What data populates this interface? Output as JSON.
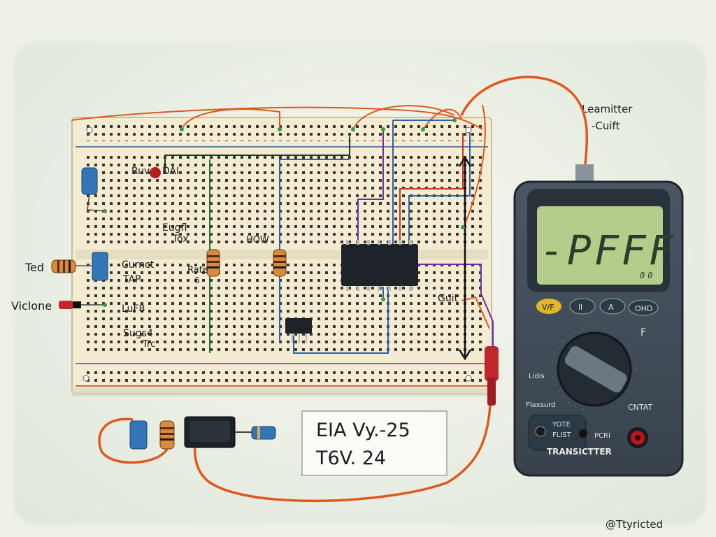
{
  "breadboard_labels": {
    "led": "Ruv",
    "led_tag": "DAI",
    "top_left_1": "Eugfl",
    "top_left_2": "Tox",
    "mid_top": "HOW",
    "left_row_1": "Curnct",
    "left_row_2": "TAP",
    "left_row_3": "LuF8",
    "left_row_4": "Sugs4",
    "left_row_5": "Trc",
    "resistor_mid": "Rate",
    "resistor_mid_2": "6",
    "right_mid": "Guit"
  },
  "side_labels": {
    "ted": "Ted",
    "viclone": "Viclone"
  },
  "probe_labels": {
    "line1": "Leamitter",
    "line2": "-Cuift"
  },
  "multimeter": {
    "display": "-PFFF",
    "display_small": "00",
    "buttons": [
      "V/F",
      "",
      "A",
      "OHD"
    ],
    "dial_label_left": "Flaxsurd",
    "dial_label_right": "CNTAT",
    "bottom_left_1": "YOTE",
    "bottom_left_2": "FLIST",
    "bottom_mid": "PCRI",
    "brand": "TRANSICTTER",
    "tag_left": "Lidis",
    "tag_right": "F"
  },
  "note_card": {
    "line1": "EIA Vy.-25",
    "line2": "T6V. 24"
  },
  "signature": "@Ttyricted"
}
